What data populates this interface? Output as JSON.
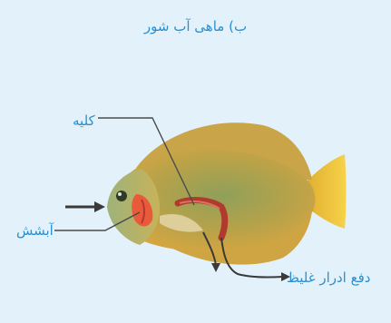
{
  "diagram": {
    "title": "ب) ماهی آب شور",
    "labels": {
      "kidney": "کلیه",
      "gills": "آبشش",
      "urine": "دفع ادرار غلیظ"
    },
    "colors": {
      "background": "#e3f2fa",
      "label_text": "#2a8fd0",
      "pointer_lines": "#4a4a4a",
      "fish_body": "#c9a94a",
      "fish_fin": "#f2c23a",
      "kidney": "#b03a2e",
      "gill": "#e85a3a"
    },
    "icons": [
      "water-inflow-arrow-icon",
      "urine-outflow-arrow-icon",
      "waste-outflow-arrow-icon"
    ]
  }
}
